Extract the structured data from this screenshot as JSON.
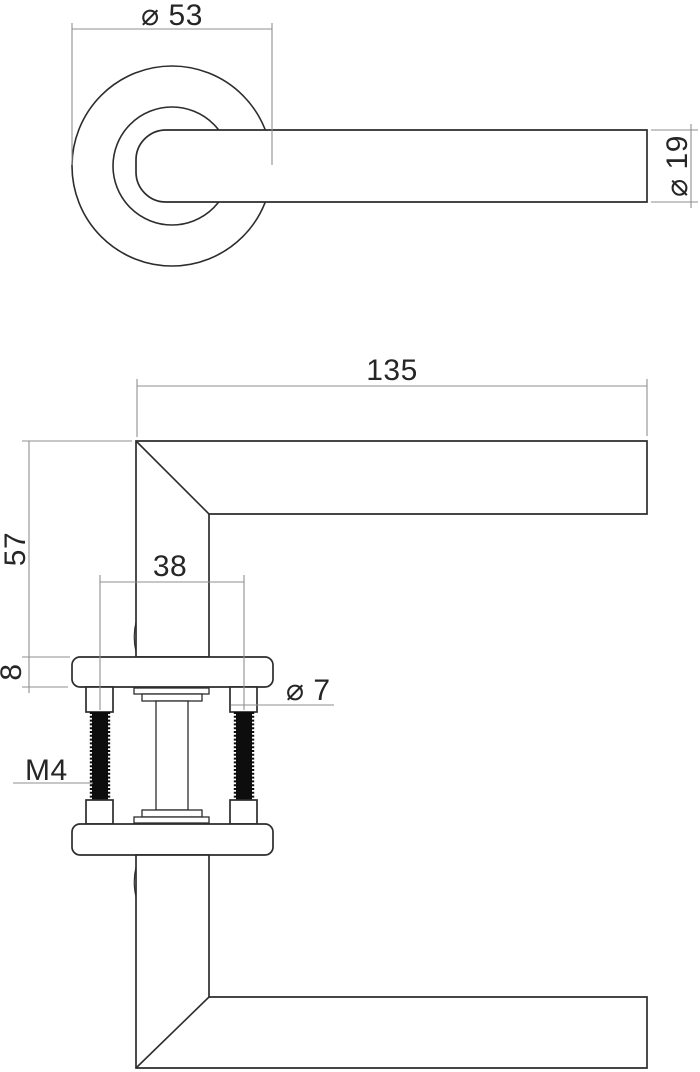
{
  "drawing": {
    "front_view": {
      "rose_diameter_label": "⌀ 53",
      "lever_diameter_label": "⌀ 19"
    },
    "side_view": {
      "length_label": "135",
      "height_label": "57",
      "screw_spacing_label": "38",
      "rose_thickness_label": "8",
      "screw_hole_label": "⌀ 7",
      "thread_label": "M4"
    },
    "colors": {
      "object_line": "#2d2d2d",
      "dimension_line": "#8f8f8f",
      "thread_fill": "#0d0d0d",
      "background": "#ffffff"
    }
  }
}
